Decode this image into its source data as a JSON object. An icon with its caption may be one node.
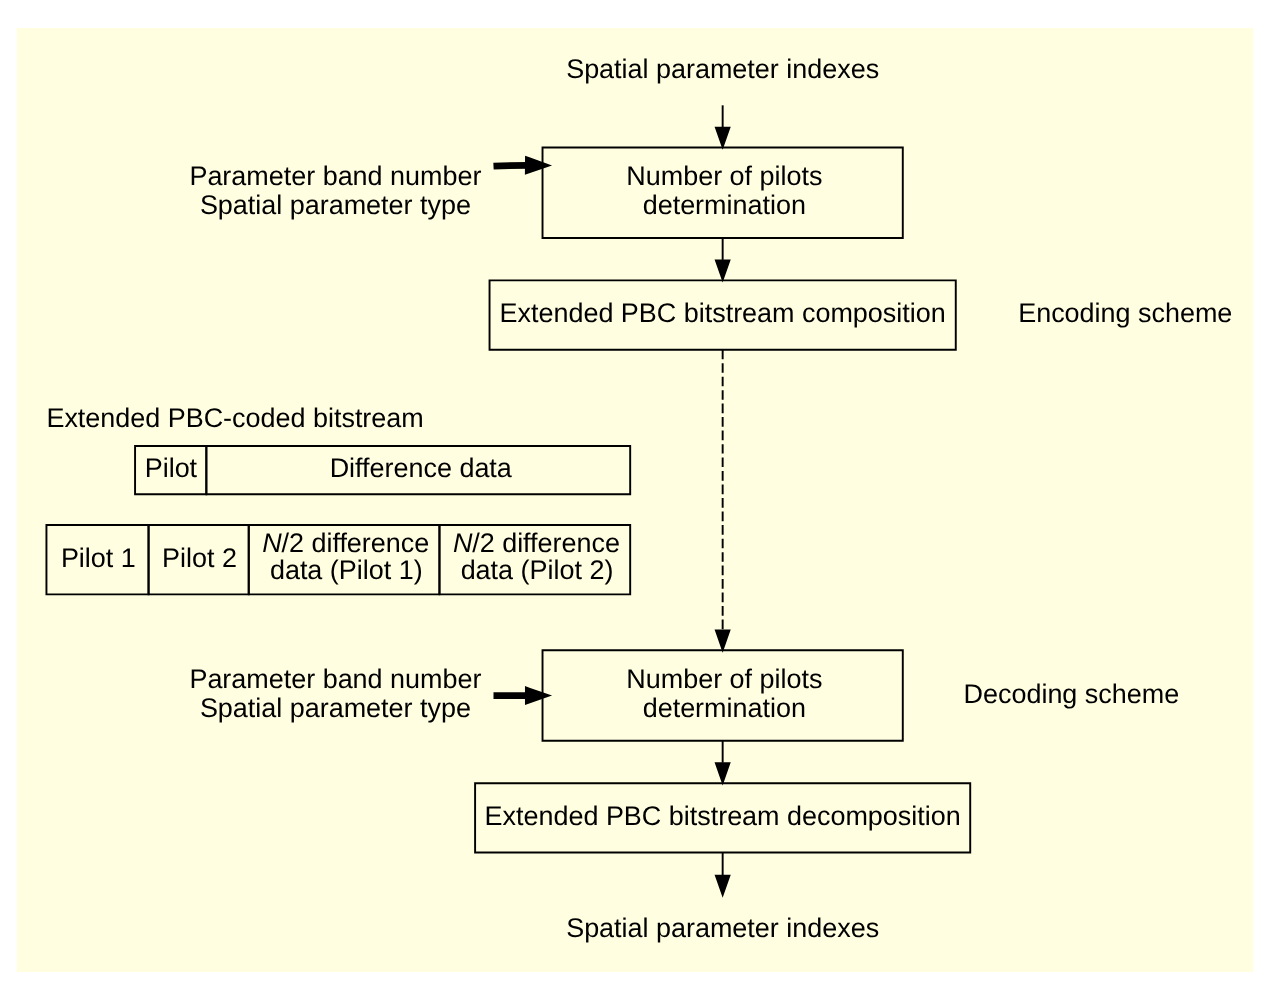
{
  "diagram": {
    "nodes": [
      {
        "text": [
          "Spatial parameter indexes"
        ]
      },
      {
        "text": [
          "Parameter band number",
          "Spatial parameter type"
        ]
      },
      {
        "text": [
          "Number of pilots determination"
        ]
      },
      {
        "text": [
          "Extended PBC bitstream composition"
        ]
      },
      {
        "text": [
          "Parameter band number",
          "Spatial parameter type"
        ]
      },
      {
        "text": [
          "Number of pilots determination"
        ]
      },
      {
        "text": [
          "Extended PBC bitstream decomposition"
        ]
      },
      {
        "text": [
          "Spatial parameter indexes"
        ]
      }
    ],
    "edges": [
      {
        "from": 0,
        "to": 2,
        "arrow": "to"
      },
      {
        "from": 1,
        "to": 2,
        "arrow": "to",
        "style": "thick"
      },
      {
        "from": 2,
        "to": 3,
        "arrow": "to"
      },
      {
        "from": 3,
        "to": 5,
        "arrow": "to",
        "style": "dashed"
      },
      {
        "from": 4,
        "to": 5,
        "arrow": "to",
        "style": "thick"
      },
      {
        "from": 5,
        "to": 6,
        "arrow": "to"
      },
      {
        "from": 6,
        "to": 7,
        "arrow": "to"
      }
    ],
    "labels": [
      "Extended PBC-coded bitstream",
      "Pilot",
      "Difference data",
      "Pilot 1",
      "Pilot 2",
      "*N*/2 difference data (Pilot 1)",
      "*N*/2 difference data (Pilot 2)",
      "Encoding scheme",
      "Decoding scheme"
    ]
  }
}
